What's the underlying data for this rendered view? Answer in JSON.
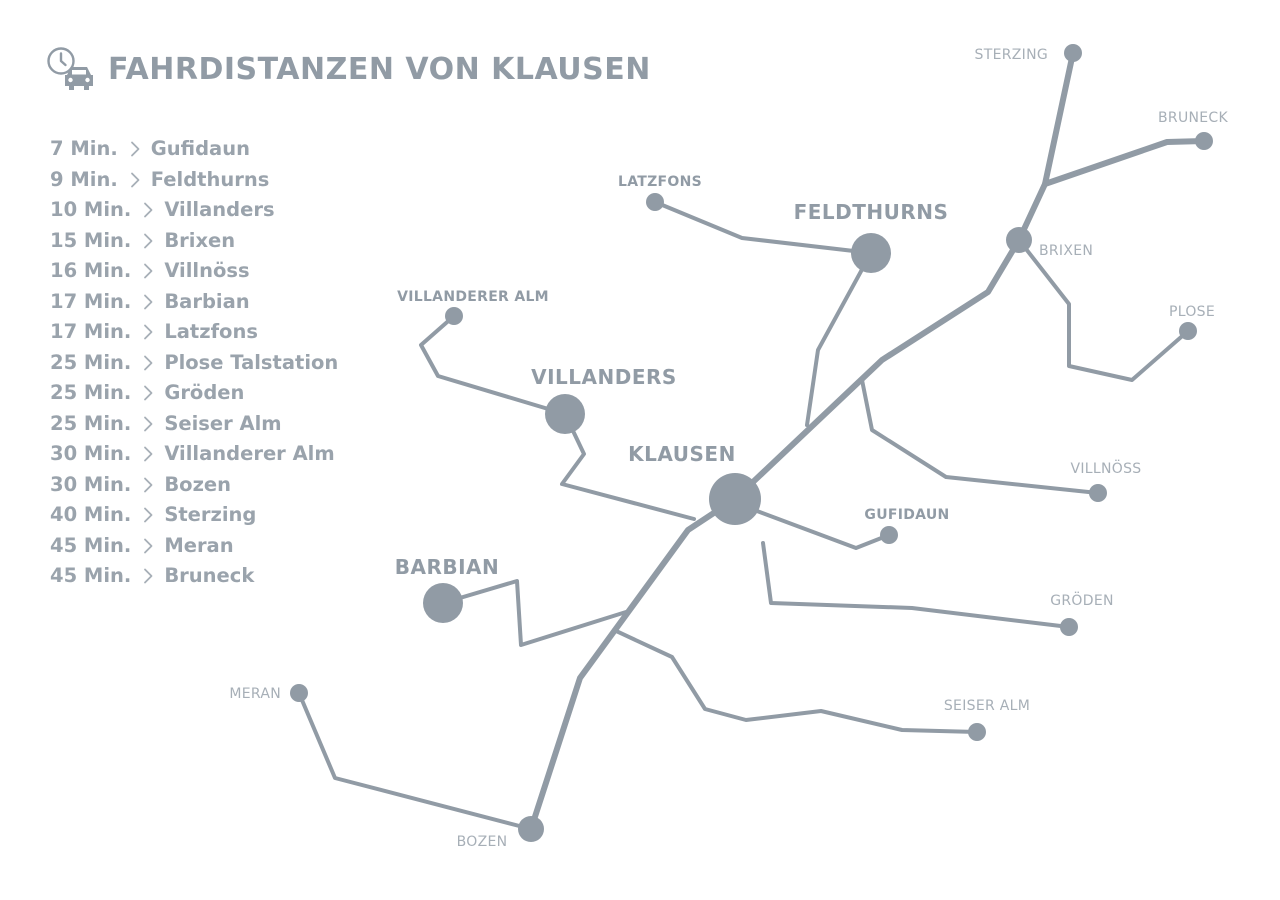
{
  "header": {
    "title": "FAHRDISTANZEN VON KLAUSEN",
    "icon": "clock-car-icon"
  },
  "distances": [
    {
      "time": "7 Min.",
      "destination": "Gufidaun"
    },
    {
      "time": "9 Min.",
      "destination": "Feldthurns"
    },
    {
      "time": "10 Min.",
      "destination": "Villanders"
    },
    {
      "time": "15 Min.",
      "destination": "Brixen"
    },
    {
      "time": "16 Min.",
      "destination": "Villnöss"
    },
    {
      "time": "17 Min.",
      "destination": "Barbian"
    },
    {
      "time": "17 Min.",
      "destination": "Latzfons"
    },
    {
      "time": "25 Min.",
      "destination": "Plose Talstation"
    },
    {
      "time": "25 Min.",
      "destination": "Gröden"
    },
    {
      "time": "25 Min.",
      "destination": "Seiser Alm"
    },
    {
      "time": "30 Min.",
      "destination": "Villanderer Alm"
    },
    {
      "time": "30 Min.",
      "destination": "Bozen"
    },
    {
      "time": "40 Min.",
      "destination": "Sterzing"
    },
    {
      "time": "45 Min.",
      "destination": "Meran"
    },
    {
      "time": "45 Min.",
      "destination": "Bruneck"
    }
  ],
  "map": {
    "labels": {
      "klausen": "KLAUSEN",
      "feldthurns": "FELDTHURNS",
      "villanders": "VILLANDERS",
      "barbian": "BARBIAN",
      "latzfons": "LATZFONS",
      "villanderer_alm": "VILLANDERER ALM",
      "gufidaun": "GUFIDAUN",
      "sterzing": "STERZING",
      "bruneck": "BRUNECK",
      "brixen": "BRIXEN",
      "plose": "PLOSE",
      "villnoess": "VILLNÖSS",
      "groeden": "GRÖDEN",
      "seiser_alm": "SEISER ALM",
      "meran": "MERAN",
      "bozen": "BOZEN"
    },
    "colors": {
      "road": "#919ba5",
      "text": "#919ba5"
    }
  }
}
